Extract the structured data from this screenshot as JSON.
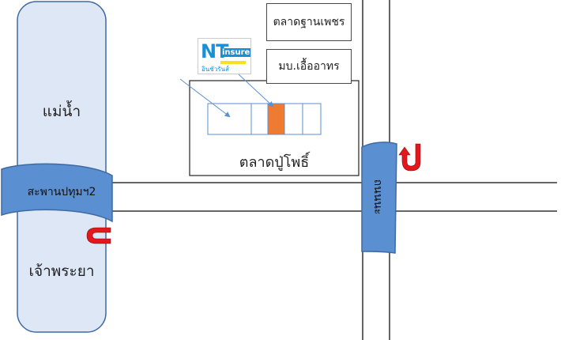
{
  "map": {
    "river_upper_label": "แม่น้ำ",
    "river_lower_label": "เจ้าพระยา",
    "bridge_label": "สะพานปทุมฯ2",
    "road_label": "ถนนนะ",
    "market_label": "ตลาดปู่โพธิ์",
    "landmarks": [
      {
        "label": "ตลาดฐานเพชร"
      },
      {
        "label": "มบ.เอื้ออาทร"
      }
    ],
    "logo": {
      "brand": "NT",
      "badge": "insure",
      "sub": "อินชัวรันส์"
    }
  },
  "colors": {
    "river_fill": "#dde7f6",
    "river_stroke": "#3e6aa3",
    "bridge_fill": "#5a8fd2",
    "highlight_stall": "#ee7b31",
    "stall_stroke": "#5a8fd2",
    "uturn_arrow": "#e3171c",
    "road_line": "#333333"
  }
}
